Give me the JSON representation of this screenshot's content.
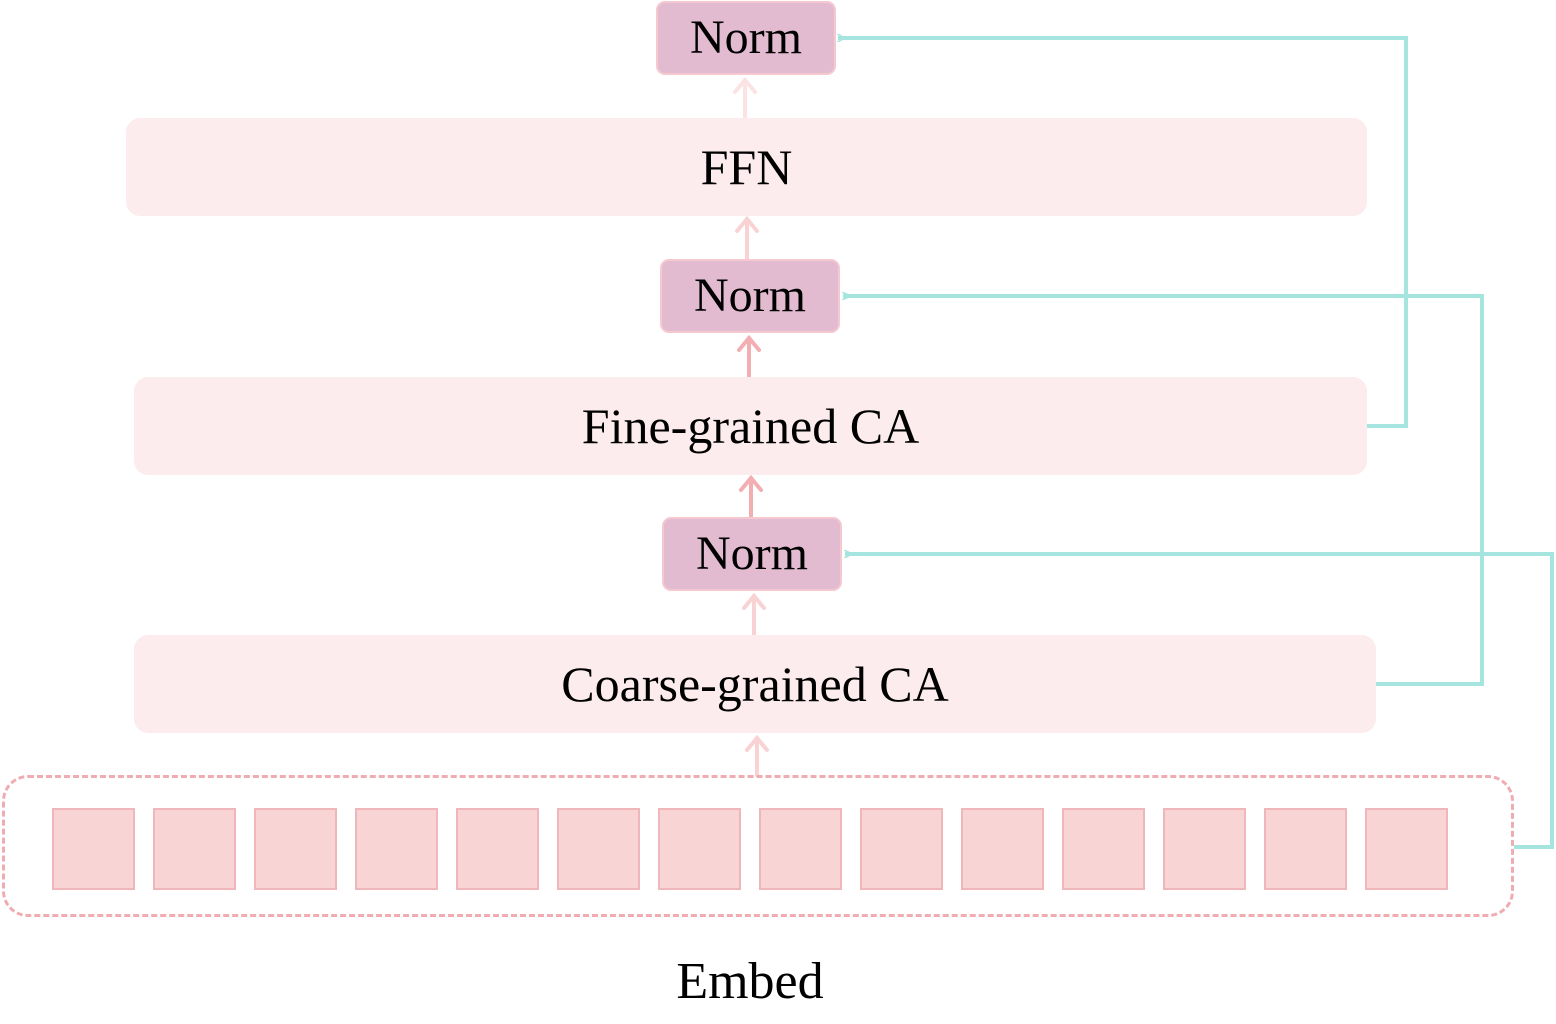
{
  "layers": {
    "ffn_label": "FFN",
    "fine_ca_label": "Fine-grained CA",
    "coarse_ca_label": "Coarse-grained CA"
  },
  "norms": {
    "top_label": "Norm",
    "middle_label": "Norm",
    "bottom_label": "Norm"
  },
  "embed": {
    "caption": "Embed",
    "token_count": 14
  },
  "colors": {
    "layer_fill": "#fcecee",
    "norm_fill": "#e2bbd0",
    "token_fill": "#f9d4d5",
    "dashed_border": "#efadb2",
    "residual_line": "#a6e5df",
    "flow_arrow": "#f3b5b8"
  }
}
